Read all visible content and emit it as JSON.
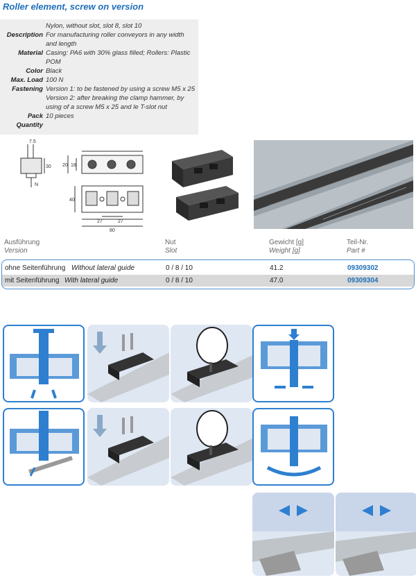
{
  "title": "Roller element, screw on version",
  "spec": [
    {
      "label": "",
      "value": "Nylon, without slot, slot 8, slot 10"
    },
    {
      "label": "Description",
      "value": "For manufacturing roller conveyors in any width and length"
    },
    {
      "label": "Material",
      "value": "Casing: PA6 with 30% glass filled; Rollers: Plastic POM"
    },
    {
      "label": "Color",
      "value": "Black"
    },
    {
      "label": "Max. Load",
      "value": "100 N"
    },
    {
      "label": "Fastening",
      "value": "Version 1: to be fastened by using a screw M5 x 25"
    },
    {
      "label": "",
      "value": "Version 2: after breaking the clamp hammer, by using of a screw M5 x 25 and le T-slot nut"
    },
    {
      "label": "Pack Quantity",
      "value": "10 pieces"
    }
  ],
  "drawing": {
    "dims": [
      "7.5",
      "30",
      "20",
      "18",
      "N",
      "40",
      "27",
      "27",
      "80"
    ]
  },
  "table": {
    "headers": {
      "version_de": "Ausführung",
      "version_en": "Version",
      "slot_de": "Nut",
      "slot_en": "Slot",
      "weight_de": "Gewicht [g]",
      "weight_en": "Weight [g]",
      "part_de": "Teil-Nr.",
      "part_en": "Part #"
    },
    "rows": [
      {
        "de": "ohne Seitenführung",
        "en": "Without lateral guide",
        "slot": "0 / 8 / 10",
        "weight": "41.2",
        "part": "09309302"
      },
      {
        "de": "mit Seitenführung",
        "en": "With lateral guide",
        "slot": "0 / 8 / 10",
        "weight": "47.0",
        "part": "09309304"
      }
    ]
  },
  "colors": {
    "accent": "#1f6fb8",
    "panel_bg": "#dfe7f3",
    "part_blue": "#1f6fb8"
  }
}
